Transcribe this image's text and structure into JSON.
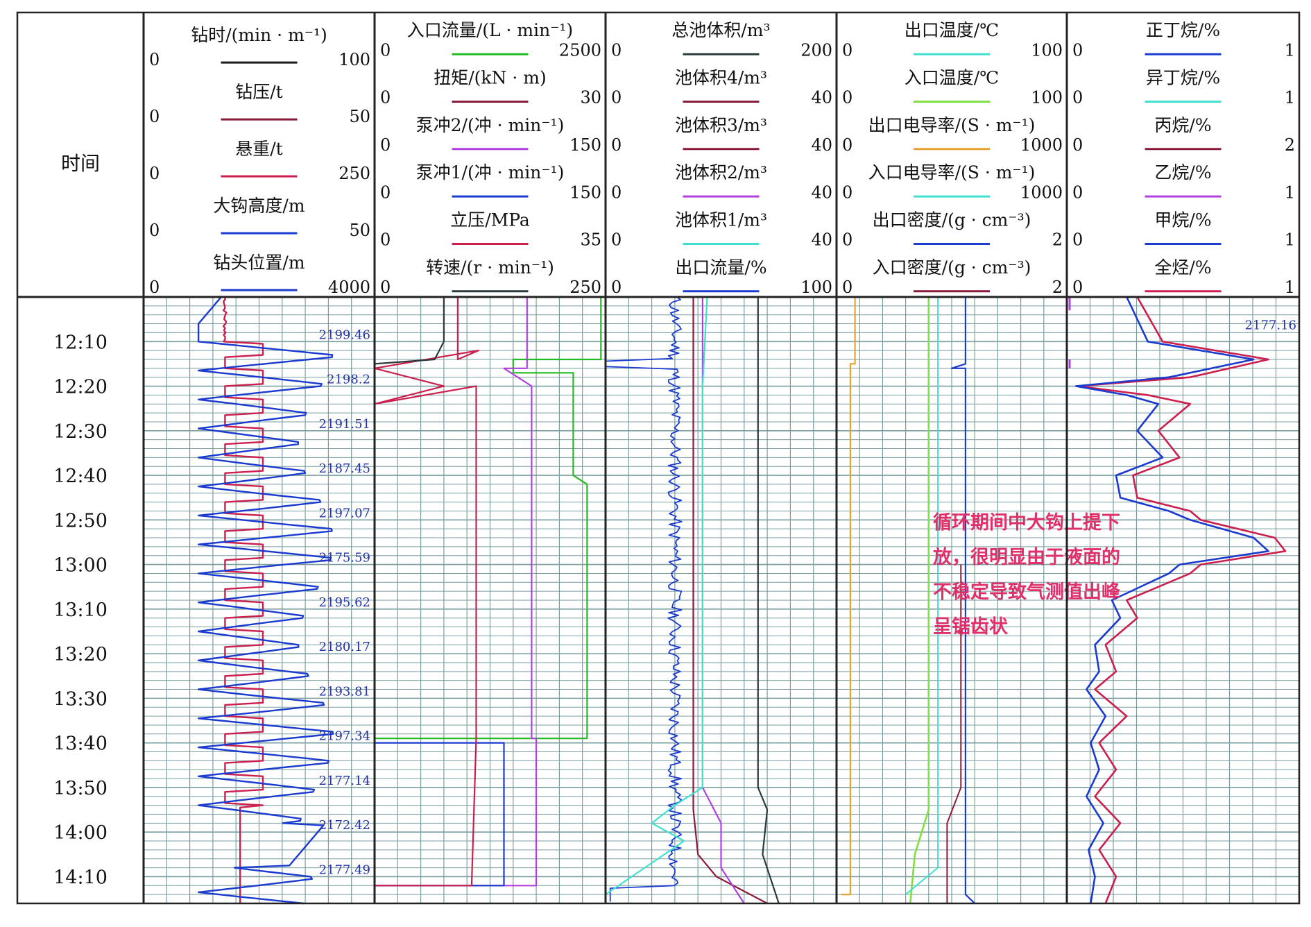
{
  "time_header": "时间",
  "time_labels": [
    "12:10",
    "12:20",
    "12:30",
    "12:40",
    "12:50",
    "13:00",
    "13:10",
    "13:20",
    "13:30",
    "13:40",
    "13:50",
    "14:00",
    "14:10"
  ],
  "colors": {
    "black": "#1a1a1a",
    "green": "#22bb22",
    "maroon": "#8b1a3a",
    "violet": "#b040e0",
    "blue": "#1a3ad0",
    "red": "#cc1f4d",
    "darkgray": "#2a3a3a",
    "cyan": "#40e0d0",
    "orange": "#e8a030",
    "lightgreen": "#80e040",
    "navy": "#202880",
    "grid": "#7a9ea0",
    "annotation": "#e0306a",
    "depth_label": "#2233aa"
  },
  "tracks": [
    {
      "id": "track1",
      "curves": [
        {
          "label": "钻时/(min · m⁻¹)",
          "min": "0",
          "max": "100",
          "color": "black"
        },
        {
          "label": "钻压/t",
          "min": "0",
          "max": "50",
          "color": "maroon"
        },
        {
          "label": "悬重/t",
          "min": "0",
          "max": "250",
          "color": "red"
        },
        {
          "label": "大钩高度/m",
          "min": "0",
          "max": "50",
          "color": "blue"
        },
        {
          "label": "钻头位置/m",
          "min": "0",
          "max": "4000",
          "color": "blue"
        }
      ]
    },
    {
      "id": "track2",
      "curves": [
        {
          "label": "入口流量/(L · min⁻¹)",
          "min": "0",
          "max": "2500",
          "color": "green"
        },
        {
          "label": "扭矩/(kN · m)",
          "min": "0",
          "max": "30",
          "color": "maroon"
        },
        {
          "label": "泵冲2/(冲 · min⁻¹)",
          "min": "0",
          "max": "150",
          "color": "violet"
        },
        {
          "label": "泵冲1/(冲 · min⁻¹)",
          "min": "0",
          "max": "150",
          "color": "blue"
        },
        {
          "label": "立压/MPa",
          "min": "0",
          "max": "35",
          "color": "red"
        },
        {
          "label": "转速/(r · min⁻¹)",
          "min": "0",
          "max": "250",
          "color": "darkgray"
        }
      ]
    },
    {
      "id": "track3",
      "curves": [
        {
          "label": "总池体积/m³",
          "min": "0",
          "max": "200",
          "color": "darkgray"
        },
        {
          "label": "池体积4/m³",
          "min": "0",
          "max": "40",
          "color": "maroon"
        },
        {
          "label": "池体积3/m³",
          "min": "0",
          "max": "40",
          "color": "maroon"
        },
        {
          "label": "池体积2/m³",
          "min": "0",
          "max": "40",
          "color": "violet"
        },
        {
          "label": "池体积1/m³",
          "min": "0",
          "max": "40",
          "color": "cyan"
        },
        {
          "label": "出口流量/%",
          "min": "0",
          "max": "100",
          "color": "blue"
        }
      ]
    },
    {
      "id": "track4",
      "curves": [
        {
          "label": "出口温度/℃",
          "min": "0",
          "max": "100",
          "color": "cyan"
        },
        {
          "label": "入口温度/℃",
          "min": "0",
          "max": "100",
          "color": "lightgreen"
        },
        {
          "label": "出口电导率/(S · m⁻¹)",
          "min": "0",
          "max": "1000",
          "color": "orange"
        },
        {
          "label": "入口电导率/(S · m⁻¹)",
          "min": "0",
          "max": "1000",
          "color": "cyan"
        },
        {
          "label": "出口密度/(g · cm⁻³)",
          "min": "0",
          "max": "2",
          "color": "blue"
        },
        {
          "label": "入口密度/(g · cm⁻³)",
          "min": "0",
          "max": "2",
          "color": "maroon"
        }
      ]
    },
    {
      "id": "track5",
      "curves": [
        {
          "label": "正丁烷/%",
          "min": "0",
          "max": "1",
          "color": "blue"
        },
        {
          "label": "异丁烷/%",
          "min": "0",
          "max": "1",
          "color": "cyan"
        },
        {
          "label": "丙烷/%",
          "min": "0",
          "max": "2",
          "color": "maroon"
        },
        {
          "label": "乙烷/%",
          "min": "0",
          "max": "1",
          "color": "violet"
        },
        {
          "label": "甲烷/%",
          "min": "0",
          "max": "1",
          "color": "blue"
        },
        {
          "label": "全烃/%",
          "min": "0",
          "max": "1",
          "color": "red"
        }
      ]
    }
  ],
  "annotation": [
    "循环期间中大钩上提下",
    "放，很明显由于液面的",
    "不稳定导致气测值出峰",
    "呈锯齿状"
  ],
  "chart_data": {
    "type": "line",
    "y_axis": "time",
    "time_range": [
      "12:00",
      "14:16"
    ],
    "depth_labels_track1": [
      {
        "time": "12:10",
        "value": "2199.46"
      },
      {
        "time": "12:20",
        "value": "2198.2"
      },
      {
        "time": "12:30",
        "value": "2191.51"
      },
      {
        "time": "12:40",
        "value": "2187.45"
      },
      {
        "time": "12:50",
        "value": "2197.07"
      },
      {
        "time": "13:00",
        "value": "2175.59"
      },
      {
        "time": "13:10",
        "value": "2195.62"
      },
      {
        "time": "13:20",
        "value": "2180.17"
      },
      {
        "time": "13:30",
        "value": "2193.81"
      },
      {
        "time": "13:40",
        "value": "2197.34"
      },
      {
        "time": "13:50",
        "value": "2177.14"
      },
      {
        "time": "14:00",
        "value": "2172.42"
      },
      {
        "time": "14:10",
        "value": "2177.49"
      }
    ],
    "depth_label_track5": {
      "time": "12:10",
      "value": "2177.16"
    },
    "series": [
      {
        "name": "全烃/%",
        "track": 5,
        "color": "red",
        "t": [
          0,
          10,
          14,
          18,
          20,
          22,
          24,
          30,
          36,
          40,
          45,
          48,
          50,
          54,
          57,
          60,
          62,
          68,
          72,
          78,
          84,
          88,
          94,
          100,
          106,
          112,
          118,
          124,
          130,
          136
        ],
        "v": [
          0.3,
          0.42,
          0.92,
          0.55,
          0.02,
          0.35,
          0.55,
          0.4,
          0.5,
          0.28,
          0.3,
          0.55,
          0.6,
          0.95,
          1.0,
          0.6,
          0.55,
          0.25,
          0.3,
          0.15,
          0.2,
          0.1,
          0.25,
          0.12,
          0.2,
          0.1,
          0.22,
          0.12,
          0.2,
          0.15
        ]
      },
      {
        "name": "甲烷/%",
        "track": 5,
        "color": "blue",
        "t": [
          0,
          10,
          14,
          18,
          20,
          22,
          24,
          30,
          36,
          40,
          45,
          48,
          50,
          54,
          57,
          60,
          62,
          68,
          72,
          78,
          84,
          88,
          94,
          100,
          106,
          112,
          118,
          124,
          130,
          136
        ],
        "v": [
          0.25,
          0.35,
          0.85,
          0.45,
          0.01,
          0.25,
          0.4,
          0.3,
          0.42,
          0.2,
          0.22,
          0.45,
          0.55,
          0.85,
          0.92,
          0.5,
          0.45,
          0.18,
          0.22,
          0.1,
          0.12,
          0.06,
          0.15,
          0.08,
          0.12,
          0.06,
          0.14,
          0.07,
          0.1,
          0.08
        ]
      }
    ]
  }
}
